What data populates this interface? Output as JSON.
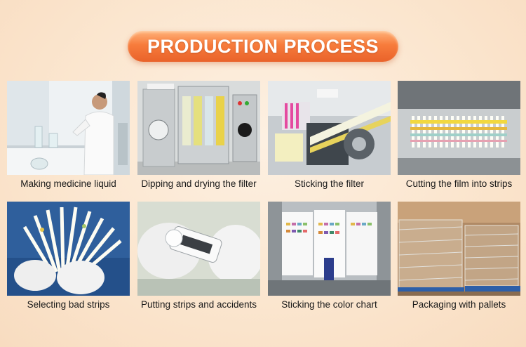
{
  "title": "PRODUCTION PROCESS",
  "steps": [
    {
      "caption": "Making medicine liquid",
      "icon": "lab-technician-photo"
    },
    {
      "caption": "Dipping and drying the filter",
      "icon": "dipping-machine-photo"
    },
    {
      "caption": "Sticking the filter",
      "icon": "sticking-machine-photo"
    },
    {
      "caption": "Cutting the film into strips",
      "icon": "cutting-strips-photo"
    },
    {
      "caption": "Selecting bad strips",
      "icon": "selecting-strips-photo"
    },
    {
      "caption": "Putting strips and accidents",
      "icon": "bottling-strips-photo"
    },
    {
      "caption": "Sticking the color chart",
      "icon": "color-chart-photo"
    },
    {
      "caption": "Packaging with pallets",
      "icon": "pallets-photo"
    }
  ],
  "colors": {
    "background": "#fbe6cf",
    "accent": "#f77c3c"
  }
}
